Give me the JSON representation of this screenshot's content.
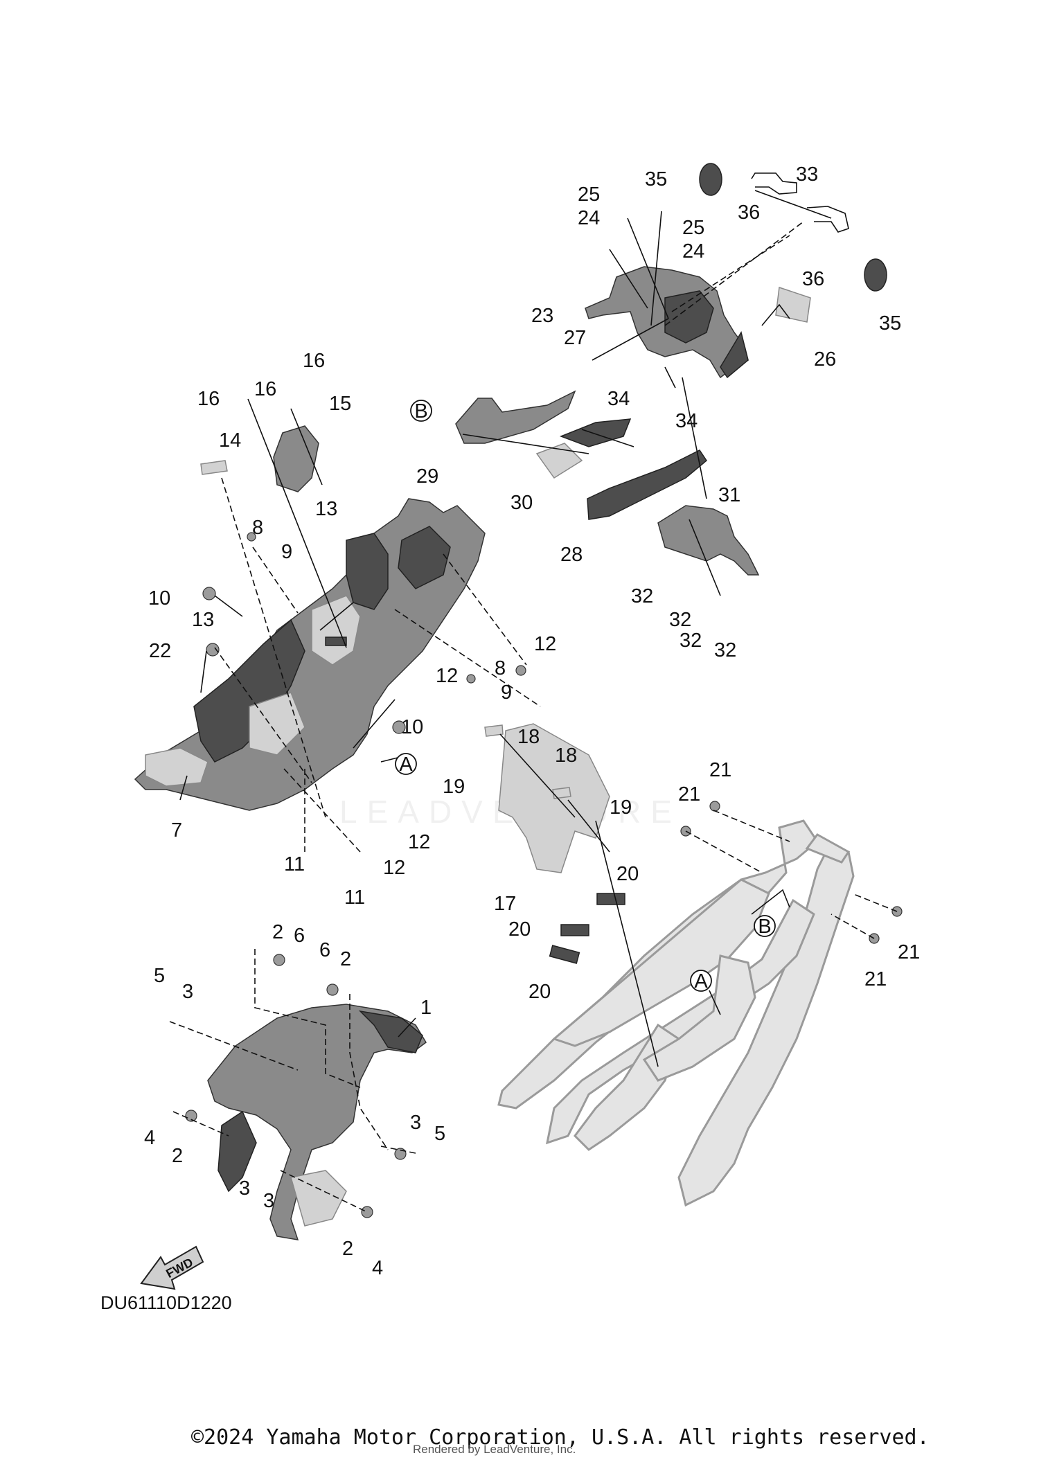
{
  "catalog_code": "DU61110D1220",
  "copyright": "©2024 Yamaha Motor Corporation, U.S.A. All rights reserved.",
  "rendered_by": "Rendered by LeadVenture, Inc.",
  "watermark": "LEADVENTURE",
  "fwd_label": "FWD",
  "callouts": {
    "c1": "1",
    "c2": "2",
    "c3": "3",
    "c4": "4",
    "c5": "5",
    "c6": "6",
    "c7": "7",
    "c8": "8",
    "c9": "9",
    "c10": "10",
    "c11": "11",
    "c12": "12",
    "c13": "13",
    "c14": "14",
    "c15": "15",
    "c16": "16",
    "c17": "17",
    "c18": "18",
    "c19": "19",
    "c20": "20",
    "c21": "21",
    "c22": "22",
    "c23": "23",
    "c24": "24",
    "c25": "25",
    "c26": "26",
    "c27": "27",
    "c28": "28",
    "c29": "29",
    "c30": "30",
    "c31": "31",
    "c32": "32",
    "c33": "33",
    "c34": "34",
    "c35": "35",
    "c36": "36",
    "refA": "A",
    "refB": "B"
  }
}
